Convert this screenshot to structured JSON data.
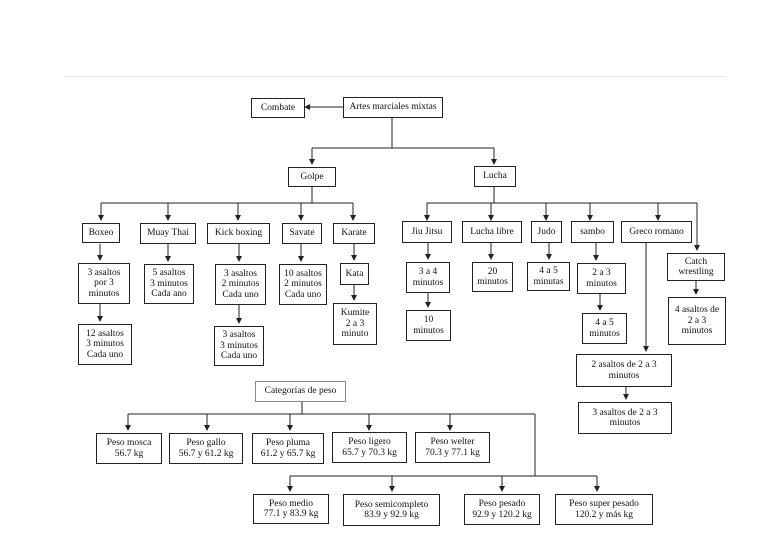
{
  "diagram": {
    "top": {
      "root": "Artes marciales mixtas",
      "combat": "Combate",
      "strike": "Golpe",
      "grapple": "Lucha"
    },
    "strike_styles": {
      "boxeo": "Boxeo",
      "muay_thai": "Muay Thai",
      "kick_boxing": "Kick boxing",
      "savate": "Savate",
      "karate": "Karate",
      "kata": "Kata"
    },
    "grapple_styles": {
      "jiu_jitsu": "Jiu Jitsu",
      "lucha_libre": "Lucha libre",
      "judo": "Judo",
      "sambo": "sambo",
      "greco_romano": "Greco romano",
      "catch_wrestling": "Catch\nwrestling"
    },
    "rounds": {
      "boxeo_1": "3 asaltos\npor 3\nminutos",
      "boxeo_2": "12 asaltos\n3 minutos\nCada uno",
      "muay_thai": "5 asaltos\n3 minutos\nCada ano",
      "kick_1": "3 asaltos\n2 minutos\nCada uno",
      "kick_2": "3 asaltos\n3 minutos\nCada uno",
      "savate": "10 asaltos\n2 minutos\nCada uno",
      "kumite": "Kumite\n2 a 3\nminuto",
      "jiu_1": "3 a 4\nminutos",
      "jiu_2": "10\nminutos",
      "lucha_libre": "20\nminutos",
      "judo": "4 a 5\nminutas",
      "sambo_1": "2 a 3\nminutos",
      "sambo_2": "4 a 5\nminutos",
      "greco_1": "2 asaltos de 2 a 3\nminutos",
      "greco_2": "3 asaltos de 2 a 3\nminutos",
      "catch": "4 asaltos de\n2 a 3\nminutos"
    },
    "weight": {
      "title": "Categorías de peso",
      "mosca": "Peso mosca\n56.7 kg",
      "gallo": "Peso gallo\n56.7 y 61.2 kg",
      "pluma": "Peso pluma\n61.2 y 65.7 kg",
      "ligero": "Peso ligero\n65.7 y 70.3 kg",
      "welter": "Peso welter\n70.3 y 77.1 kg",
      "medio": "Peso medio\n77.1 y 83.9 kg",
      "semicompleto": "Peso semicompleto\n83.9 y 92.9 kg",
      "pesado": "Peso pesado\n92.9 y 120.2 kg",
      "super_pesado": "Peso super pesado\n120.2 y más kg"
    }
  }
}
